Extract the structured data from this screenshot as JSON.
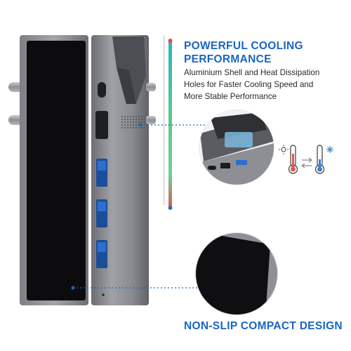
{
  "feature_top": {
    "title_line1": "POWERFUL COOLING",
    "title_line2": "PERFORMANCE",
    "desc_line1": "Aluminium Shell and Heat Dissipation",
    "desc_line2": "Holes for Faster Cooling Speed and",
    "desc_line3": "More Stable Performance"
  },
  "feature_bottom": {
    "title": "NON-SLIP COMPACT DESIGN"
  },
  "icons": [
    "thermometer-sun-icon",
    "swap-arrows-icon",
    "thermometer-snow-icon"
  ],
  "colors": {
    "accent": "#1a65c2",
    "shell": "#8e9095",
    "shell_dark": "#5f6166",
    "pad": "#0c0c0e"
  }
}
